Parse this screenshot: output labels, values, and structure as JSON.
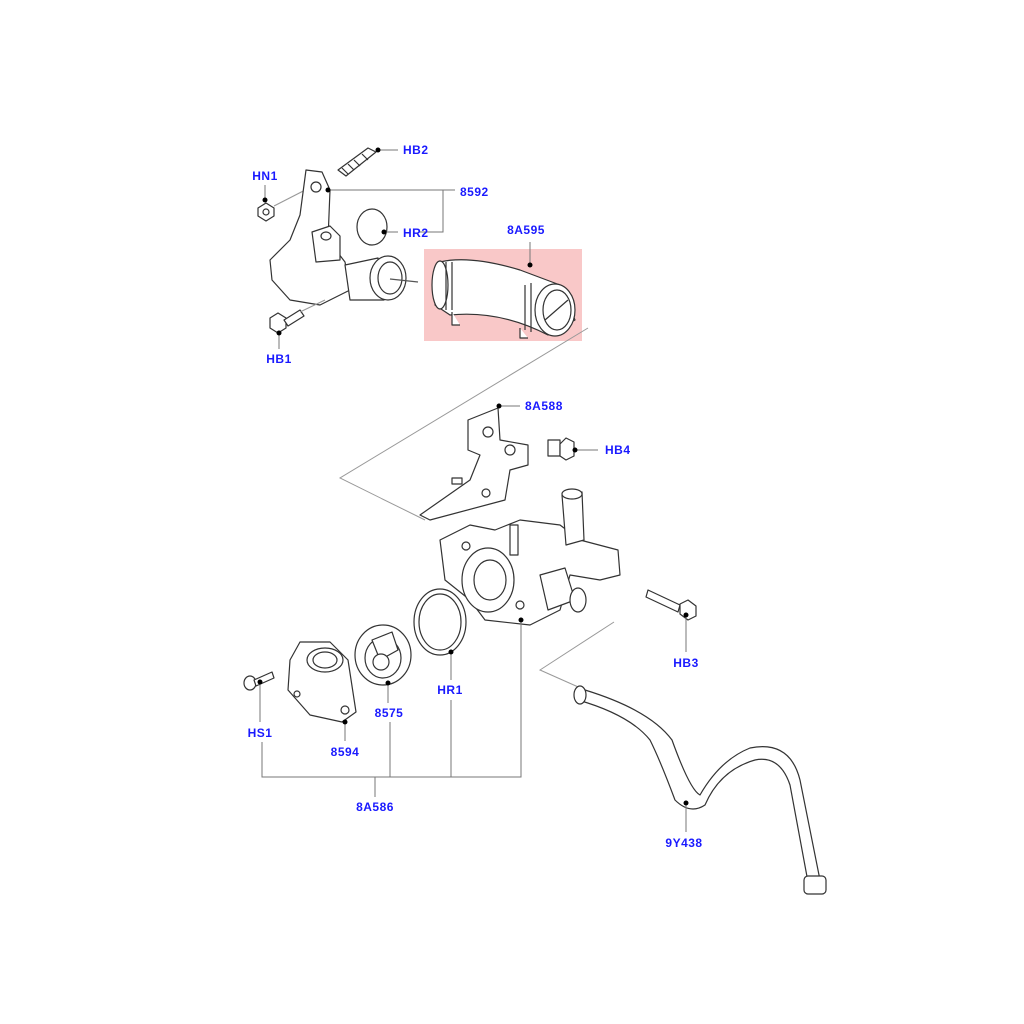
{
  "diagram": {
    "highlight_color": "#f9c8c8",
    "label_color": "#1a1aff",
    "highlighted_part": "8A595",
    "labels": {
      "hb2": "HB2",
      "hn1": "HN1",
      "p8592": "8592",
      "hr2": "HR2",
      "p8a595": "8A595",
      "hb1": "HB1",
      "p8a588": "8A588",
      "hb4": "HB4",
      "hb3": "HB3",
      "hs1": "HS1",
      "p8594": "8594",
      "p8575": "8575",
      "hr1": "HR1",
      "p8a586": "8A586",
      "p9y438": "9Y438"
    }
  }
}
